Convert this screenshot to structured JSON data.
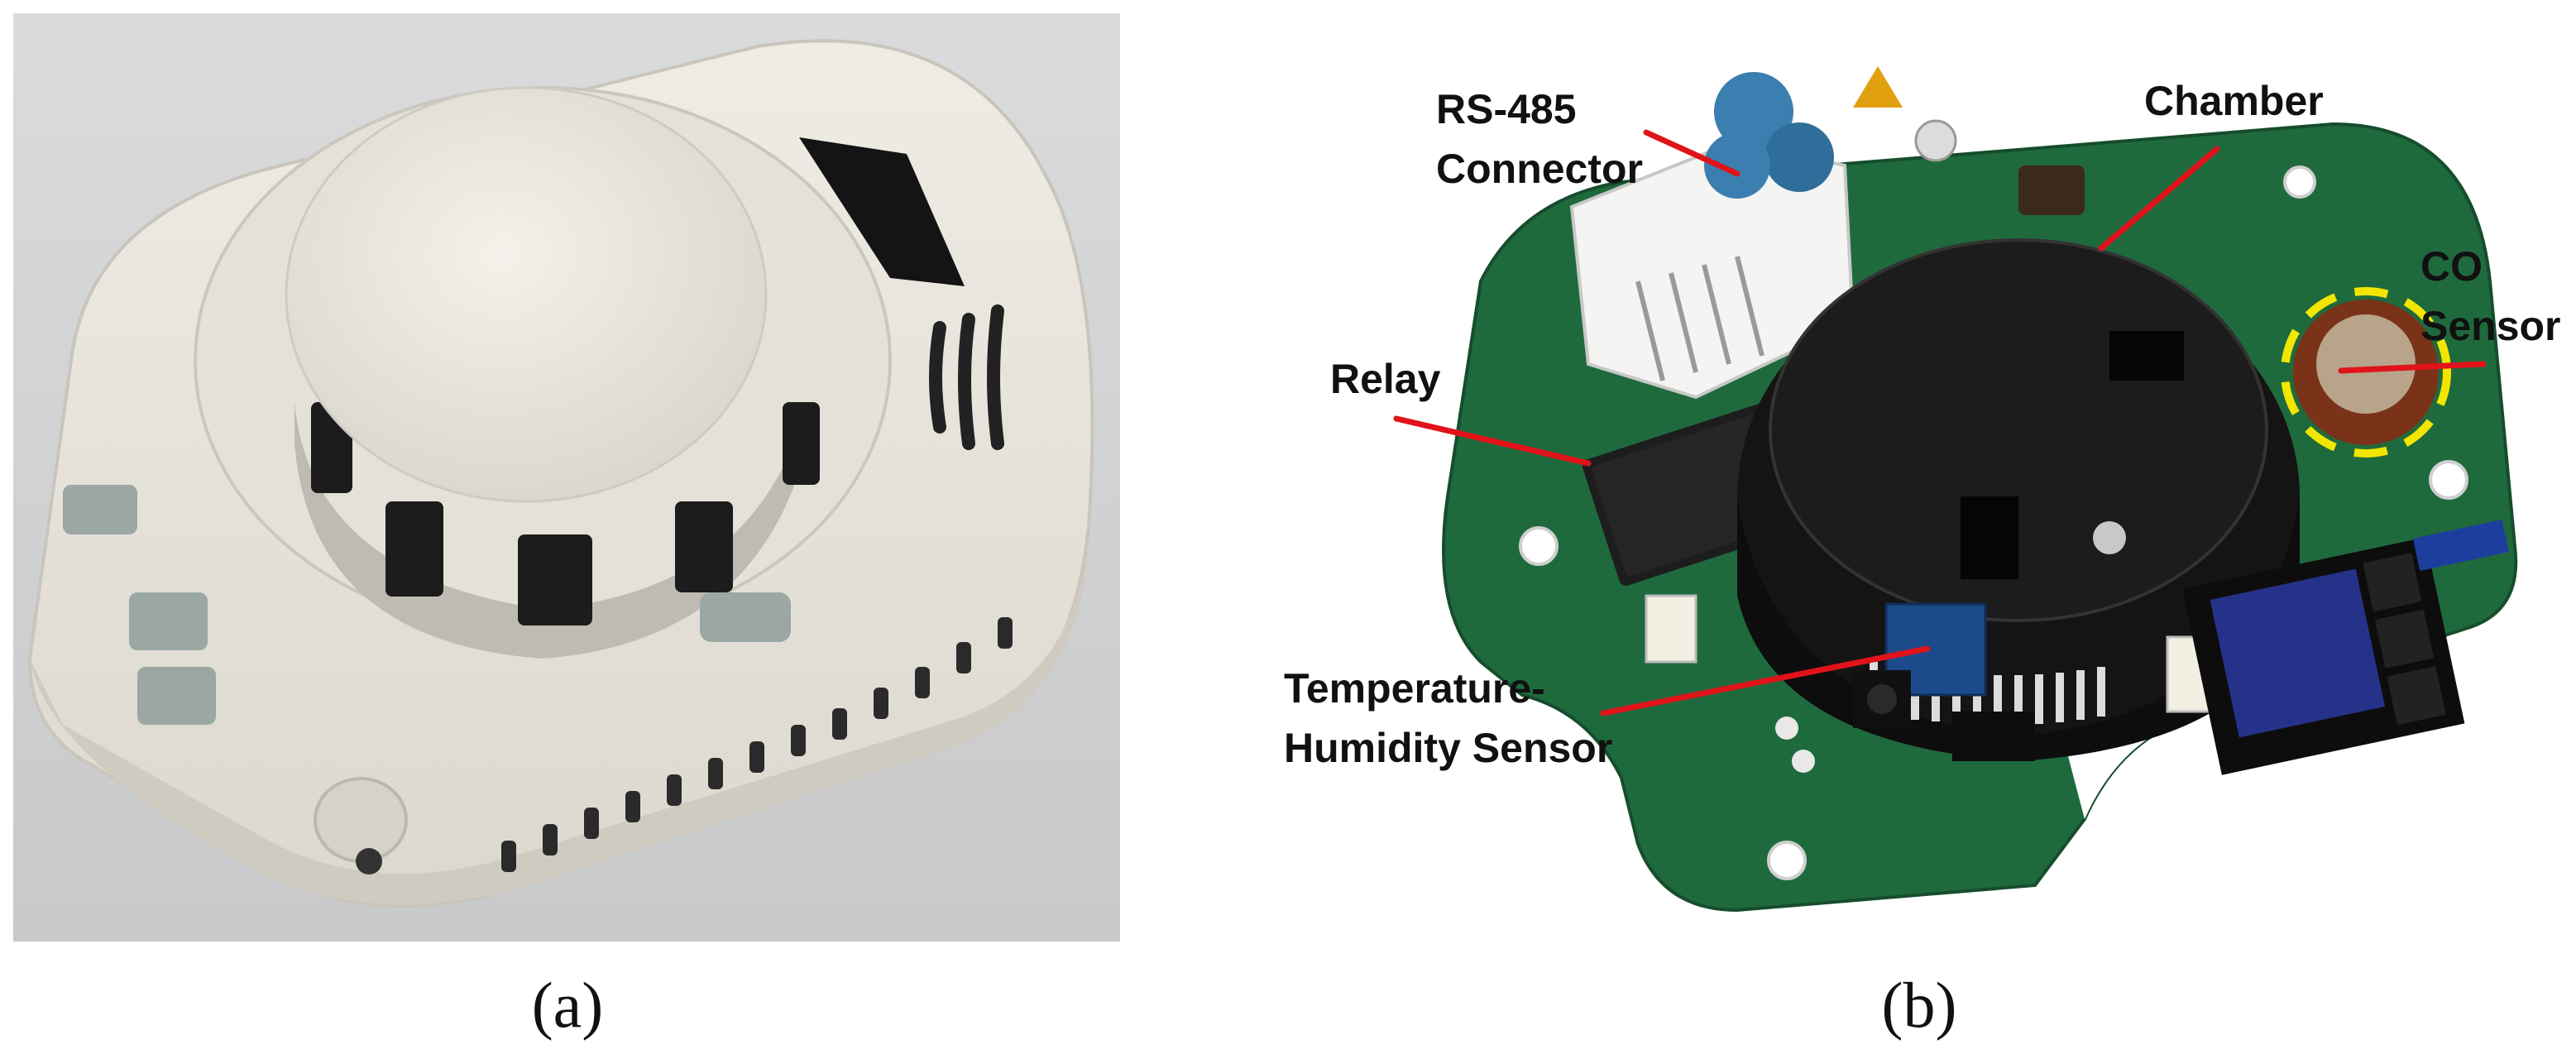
{
  "panels": [
    {
      "caption": "(a)"
    },
    {
      "caption": "(b)"
    }
  ],
  "labels": {
    "rs485_line1": "RS-485",
    "rs485_line2": "Connector",
    "chamber": "Chamber",
    "co_line1": "CO",
    "co_line2": "Sensor",
    "relay": "Relay",
    "th_line1": "Temperature-",
    "th_line2": "Humidity Sensor"
  },
  "colors": {
    "leader_line": "#e0131a",
    "co_highlight": "#f2e600",
    "pcb": "#1f6a3d",
    "housing": "#ebe8e1"
  }
}
